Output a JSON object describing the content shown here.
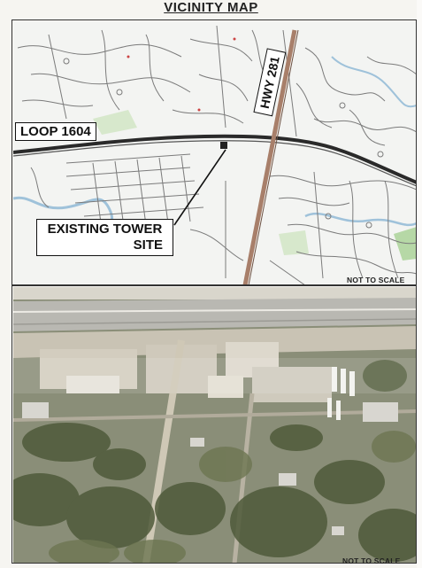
{
  "map_title": "VICINITY MAP",
  "labels": {
    "loop": "LOOP 1604",
    "highway": "HWY 281",
    "tower_line1": "EXISTING TOWER",
    "tower_line2": "SITE"
  },
  "scale_notes": {
    "top": "NOT TO SCALE",
    "bottom": "NOT TO SCALE"
  },
  "colors": {
    "road_main": "#2a2a2a",
    "highway": "#a87f6a",
    "street": "#7b7b7b",
    "water": "#9fc2da",
    "park": "#b6d8a6",
    "aerial_base": "#8a8e78"
  }
}
